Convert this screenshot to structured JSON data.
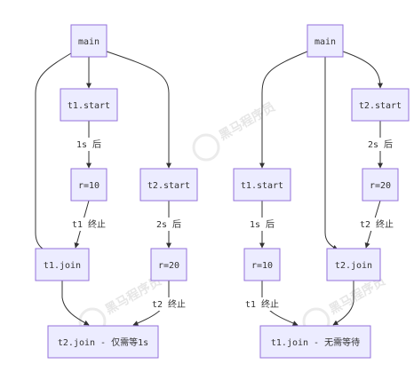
{
  "left": {
    "main": "main",
    "t1_start": "t1.start",
    "label_1s": "1s 后",
    "r10": "r=10",
    "t2_start": "t2.start",
    "label_t1_end": "t1 终止",
    "label_2s": "2s 后",
    "t1_join": "t1.join",
    "r20": "r=20",
    "label_t2_end": "t2 终止",
    "t2_join": "t2.join - 仅需等1s"
  },
  "right": {
    "main": "main",
    "t2_start": "t2.start",
    "label_2s": "2s 后",
    "t1_start": "t1.start",
    "r20": "r=20",
    "label_1s": "1s 后",
    "label_t2_end": "t2 终止",
    "r10": "r=10",
    "t2_join": "t2.join",
    "label_t1_end": "t1 终止",
    "t1_join": "t1.join - 无需等待"
  },
  "colors": {
    "node_fill": "#ECECFF",
    "node_stroke": "#9370DB",
    "edge": "#333333",
    "text": "#333333"
  }
}
